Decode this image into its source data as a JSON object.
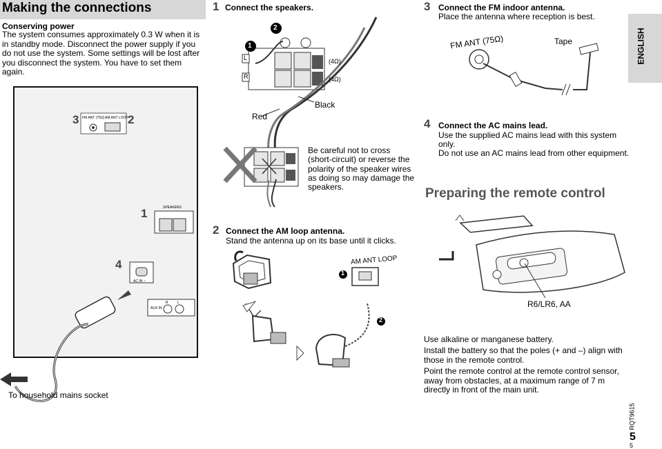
{
  "header": {
    "title": "Making the connections",
    "english_tab": "ENGLISH"
  },
  "conserving": {
    "heading": "Conserving power",
    "text": "The system consumes approximately 0.3 W when it is in standby mode. Disconnect the power supply if you do not use the system. Some settings will be lost after you disconnect the system. You have to set them again."
  },
  "step1": {
    "num": "1",
    "heading": "Connect the speakers."
  },
  "speaker_diagram": {
    "callout1": "1",
    "callout2": "2",
    "L": "L",
    "R": "R",
    "ohm1": "(4Ω)",
    "ohm2": "(4Ω)",
    "black": "Black",
    "red": "Red",
    "caution": "Be careful not to cross (short-circuit) or reverse the polarity of the speaker wires as doing so may damage the speakers."
  },
  "step3": {
    "num": "3",
    "heading": "Connect the FM indoor antenna.",
    "text": "Place the antenna where reception is best.",
    "fm_label": "FM ANT (75Ω)",
    "tape": "Tape"
  },
  "step4": {
    "num": "4",
    "heading": "Connect the AC mains lead.",
    "lines": [
      "Use the supplied AC mains lead with this system",
      "only.",
      "Do not use an AC mains lead from other equipment."
    ]
  },
  "step2": {
    "num": "2",
    "heading": "Connect the AM loop antenna.",
    "text": "Stand the antenna up on its base until it clicks.",
    "am_label": "AM ANT LOOP",
    "callout1": "1",
    "callout2": "2"
  },
  "rear_panel": {
    "n3": "3",
    "n2": "2",
    "n1": "1",
    "n4": "4",
    "fm": "FM ANT (75Ω)",
    "am": "AM ANT LOOP",
    "speakers": "SPEAKERS",
    "ac_in": "AC IN ~",
    "aux_in": "AUX IN",
    "R": "R",
    "L": "L",
    "socket": "To household mains socket"
  },
  "remote": {
    "heading": "Preparing the remote control",
    "battery": "R6/LR6, AA",
    "notes": [
      "Use alkaline or manganese battery.",
      "Install the battery so that the poles (+ and –) align with those in the remote control.",
      "Point the remote control at the remote control sensor, away from obstacles, at a maximum range of 7 m directly in front of the main unit."
    ]
  },
  "footer": {
    "code": "RQT9615",
    "page_big": "5",
    "page_small": "5"
  }
}
